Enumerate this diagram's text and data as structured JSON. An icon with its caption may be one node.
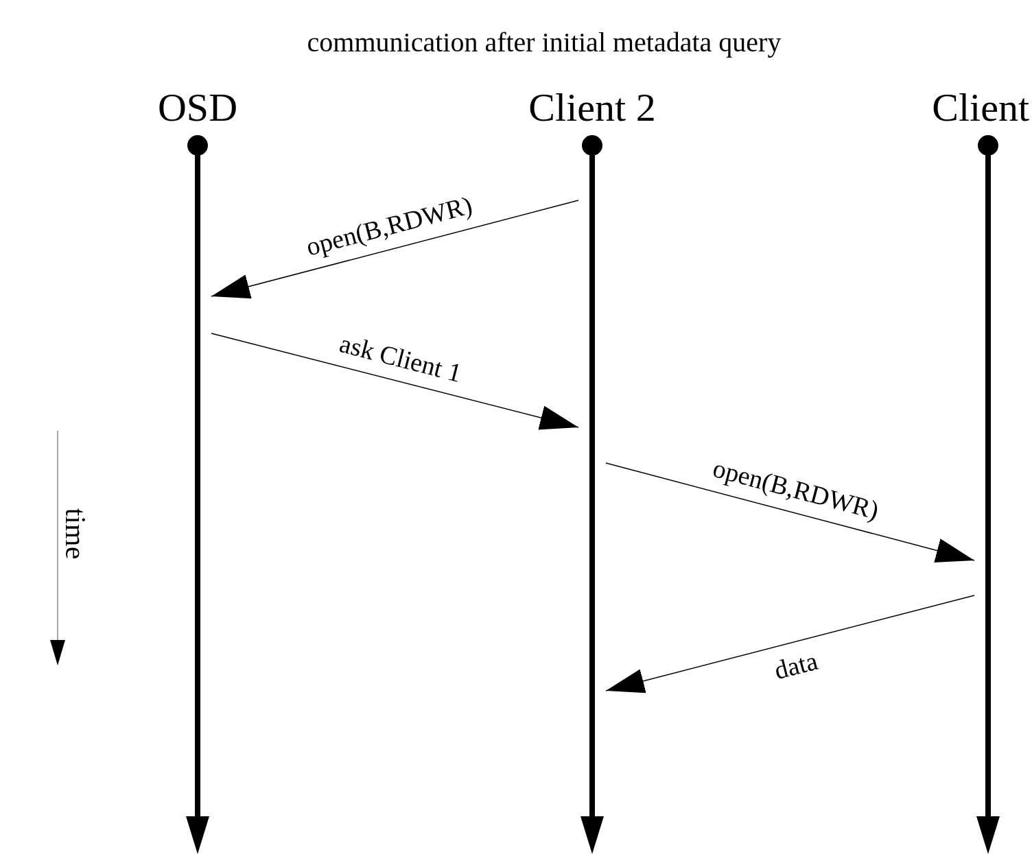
{
  "diagram": {
    "title": "communication after initial metadata query",
    "nodes": [
      {
        "text": [
          "OSD"
        ]
      },
      {
        "text": [
          "Client 2"
        ]
      },
      {
        "text": [
          "Client"
        ]
      }
    ],
    "edges": [
      {
        "from": 1,
        "to": 0,
        "arrow": "to",
        "label": "open(B,RDWR)"
      },
      {
        "from": 0,
        "to": 1,
        "arrow": "to",
        "label": "ask Client 1"
      },
      {
        "from": 1,
        "to": 2,
        "arrow": "to",
        "label": "open(B,RDWR)"
      },
      {
        "from": 2,
        "to": 1,
        "arrow": "to",
        "label": "data"
      }
    ],
    "labels": [
      "time"
    ]
  }
}
